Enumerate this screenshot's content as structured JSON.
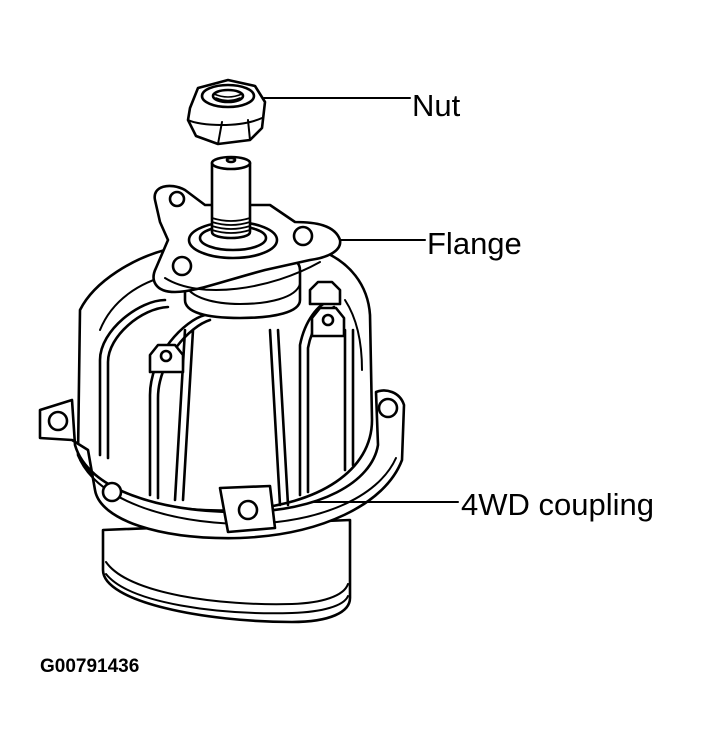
{
  "labels": {
    "nut": "Nut",
    "flange": "Flange",
    "coupling": "4WD coupling"
  },
  "figure_id": "G00791436",
  "colors": {
    "line": "#000000",
    "background": "#ffffff"
  }
}
